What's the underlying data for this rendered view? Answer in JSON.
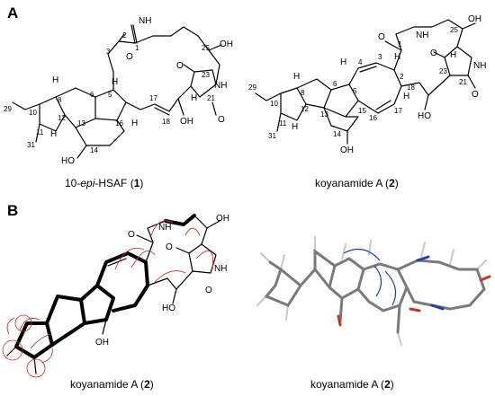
{
  "panels": {
    "A": {
      "letter": "A",
      "compound1": {
        "caption_prefix": "10-",
        "caption_epi": "epi",
        "caption_suffix": "-HSAF (",
        "caption_number": "1",
        "caption_close": ")",
        "atoms": {
          "nh": "NH",
          "oh": "OH",
          "o": "O",
          "h": "H",
          "ho": "HO"
        },
        "numbers": [
          "1",
          "2",
          "3",
          "5",
          "6",
          "8",
          "10",
          "11",
          "12",
          "13",
          "14",
          "16",
          "17",
          "18",
          "21",
          "23",
          "25",
          "29",
          "31"
        ]
      },
      "compound2": {
        "caption_text": "koyanamide A (",
        "caption_number": "2",
        "caption_close": ")",
        "atoms": {
          "nh": "NH",
          "oh": "OH",
          "o": "O",
          "h": "H",
          "ho": "HO"
        },
        "numbers": [
          "1",
          "2",
          "3",
          "4",
          "5",
          "6",
          "8",
          "10",
          "11",
          "12",
          "13",
          "14",
          "15",
          "16",
          "17",
          "18",
          "21",
          "23",
          "25",
          "29",
          "31"
        ]
      }
    },
    "B": {
      "letter": "B",
      "left": {
        "caption_text": "koyanamide A (",
        "caption_number": "2",
        "caption_close": ")",
        "atoms": {
          "nh": "NH",
          "oh": "OH",
          "o": "O",
          "ho": "HO"
        }
      },
      "right": {
        "caption_text": "koyanamide A (",
        "caption_number": "2",
        "caption_close": ")"
      }
    }
  },
  "colors": {
    "hmbc": "#c0392b",
    "noesy": "#1f3fb0",
    "oxygen": "#c0392b",
    "nitrogen": "#1f3fb0"
  }
}
